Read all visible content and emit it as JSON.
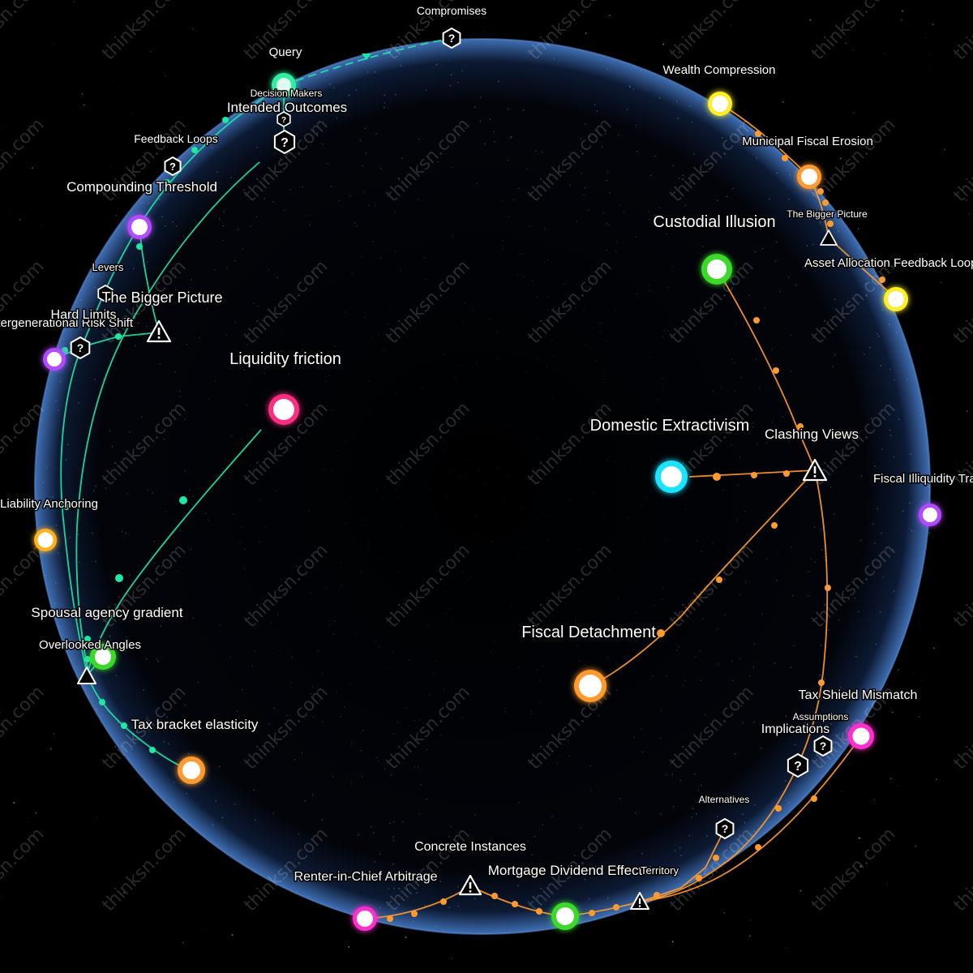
{
  "watermark": "thinksn.com",
  "colors": {
    "background": "#000000",
    "sphere_edge": "#5b8fd6",
    "green_link": "#1de9a5",
    "orange_link": "#ff9a2e",
    "label": "#ffffff"
  },
  "nodes": [
    {
      "id": "query",
      "label": "Query",
      "color": "#2ef0a0",
      "size": "md"
    },
    {
      "id": "compounding-threshold",
      "label": "Compounding Threshold",
      "color": "#b24bff",
      "size": "md"
    },
    {
      "id": "intergenerational-risk-shift",
      "label": "Intergenerational Risk Shift",
      "color": "#b24bff",
      "size": "sm"
    },
    {
      "id": "liquidity-friction",
      "label": "Liquidity friction",
      "color": "#ff2d80",
      "size": "lg"
    },
    {
      "id": "liability-anchoring",
      "label": "Liability Anchoring",
      "color": "#ffb21e",
      "size": "sm"
    },
    {
      "id": "spousal-agency-gradient",
      "label": "Spousal agency gradient",
      "color": "#3cd92a",
      "size": "md"
    },
    {
      "id": "tax-bracket-elasticity",
      "label": "Tax bracket elasticity",
      "color": "#ff9a2e",
      "size": "md"
    },
    {
      "id": "wealth-compression",
      "label": "Wealth Compression",
      "color": "#ffee2a",
      "size": "md"
    },
    {
      "id": "municipal-fiscal-erosion",
      "label": "Municipal Fiscal Erosion",
      "color": "#ff9a2e",
      "size": "md"
    },
    {
      "id": "asset-allocation-feedback-loop",
      "label": "Asset Allocation Feedback Loop",
      "color": "#ffee2a",
      "size": "md"
    },
    {
      "id": "custodial-illusion",
      "label": "Custodial Illusion",
      "color": "#3cd92a",
      "size": "lg"
    },
    {
      "id": "domestic-extractivism",
      "label": "Domestic Extractivism",
      "color": "#1fe3ff",
      "size": "lg"
    },
    {
      "id": "fiscal-illiquidity-trap",
      "label": "Fiscal Illiquidity Trap",
      "color": "#b24bff",
      "size": "sm"
    },
    {
      "id": "fiscal-detachment",
      "label": "Fiscal Detachment",
      "color": "#ff9a2e",
      "size": "lg"
    },
    {
      "id": "tax-shield-mismatch",
      "label": "Tax Shield Mismatch",
      "color": "#ff2dcf",
      "size": "md"
    },
    {
      "id": "renter-in-chief-arbitrage",
      "label": "Renter-in-Chief Arbitrage",
      "color": "#ff2dcf",
      "size": "md"
    },
    {
      "id": "mortgage-dividend-effect",
      "label": "Mortgage Dividend Effect",
      "color": "#3cd92a",
      "size": "md"
    }
  ],
  "badges": [
    {
      "id": "compromises",
      "label": "Compromises",
      "kind": "question"
    },
    {
      "id": "decision-makers",
      "label": "Decision Makers",
      "kind": "question"
    },
    {
      "id": "intended-outcomes",
      "label": "Intended Outcomes",
      "kind": "question"
    },
    {
      "id": "feedback-loops",
      "label": "Feedback Loops",
      "kind": "question"
    },
    {
      "id": "levers",
      "label": "Levers",
      "kind": "question"
    },
    {
      "id": "the-bigger-picture-left",
      "label": "The Bigger Picture",
      "kind": "warning"
    },
    {
      "id": "hard-limits",
      "label": "Hard Limits",
      "kind": "question"
    },
    {
      "id": "overlooked-angles",
      "label": "Overlooked Angles",
      "kind": "warning"
    },
    {
      "id": "the-bigger-picture-right",
      "label": "The Bigger Picture",
      "kind": "warning"
    },
    {
      "id": "clashing-views",
      "label": "Clashing Views",
      "kind": "warning"
    },
    {
      "id": "assumptions",
      "label": "Assumptions",
      "kind": "question"
    },
    {
      "id": "implications",
      "label": "Implications",
      "kind": "question"
    },
    {
      "id": "alternatives",
      "label": "Alternatives",
      "kind": "question"
    },
    {
      "id": "concrete-instances",
      "label": "Concrete Instances",
      "kind": "warning"
    },
    {
      "id": "territory",
      "label": "Territory",
      "kind": "warning"
    }
  ]
}
